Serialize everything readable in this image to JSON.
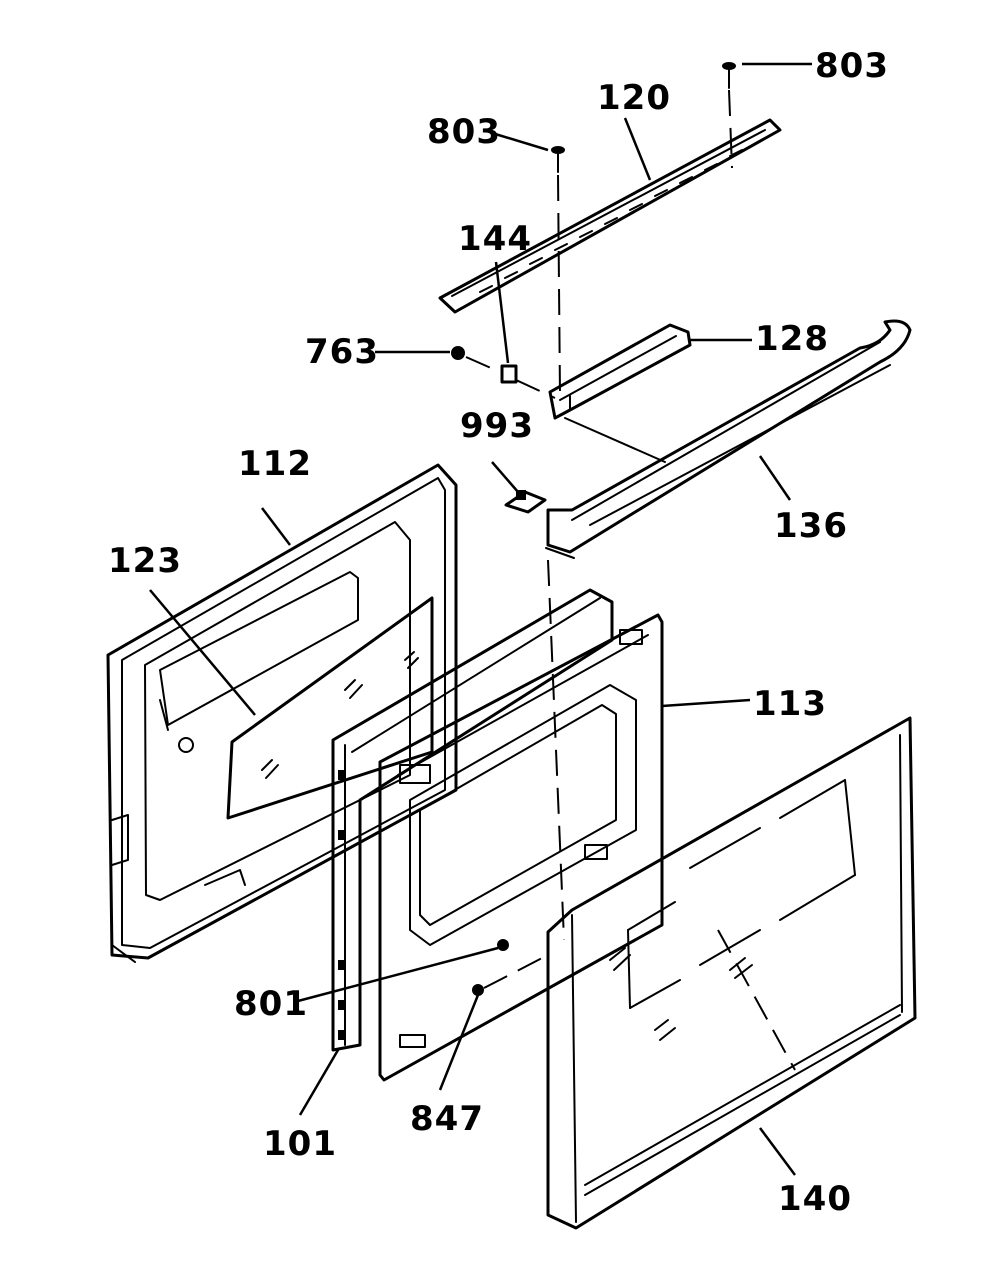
{
  "diagram": {
    "callouts": [
      {
        "id": "803a",
        "text": "803"
      },
      {
        "id": "803b",
        "text": "803"
      },
      {
        "id": "120",
        "text": "120"
      },
      {
        "id": "144",
        "text": "144"
      },
      {
        "id": "763",
        "text": "763"
      },
      {
        "id": "128",
        "text": "128"
      },
      {
        "id": "993",
        "text": "993"
      },
      {
        "id": "112",
        "text": "112"
      },
      {
        "id": "136",
        "text": "136"
      },
      {
        "id": "123",
        "text": "123"
      },
      {
        "id": "113",
        "text": "113"
      },
      {
        "id": "801",
        "text": "801"
      },
      {
        "id": "101",
        "text": "101"
      },
      {
        "id": "847",
        "text": "847"
      },
      {
        "id": "140",
        "text": "140"
      }
    ]
  }
}
